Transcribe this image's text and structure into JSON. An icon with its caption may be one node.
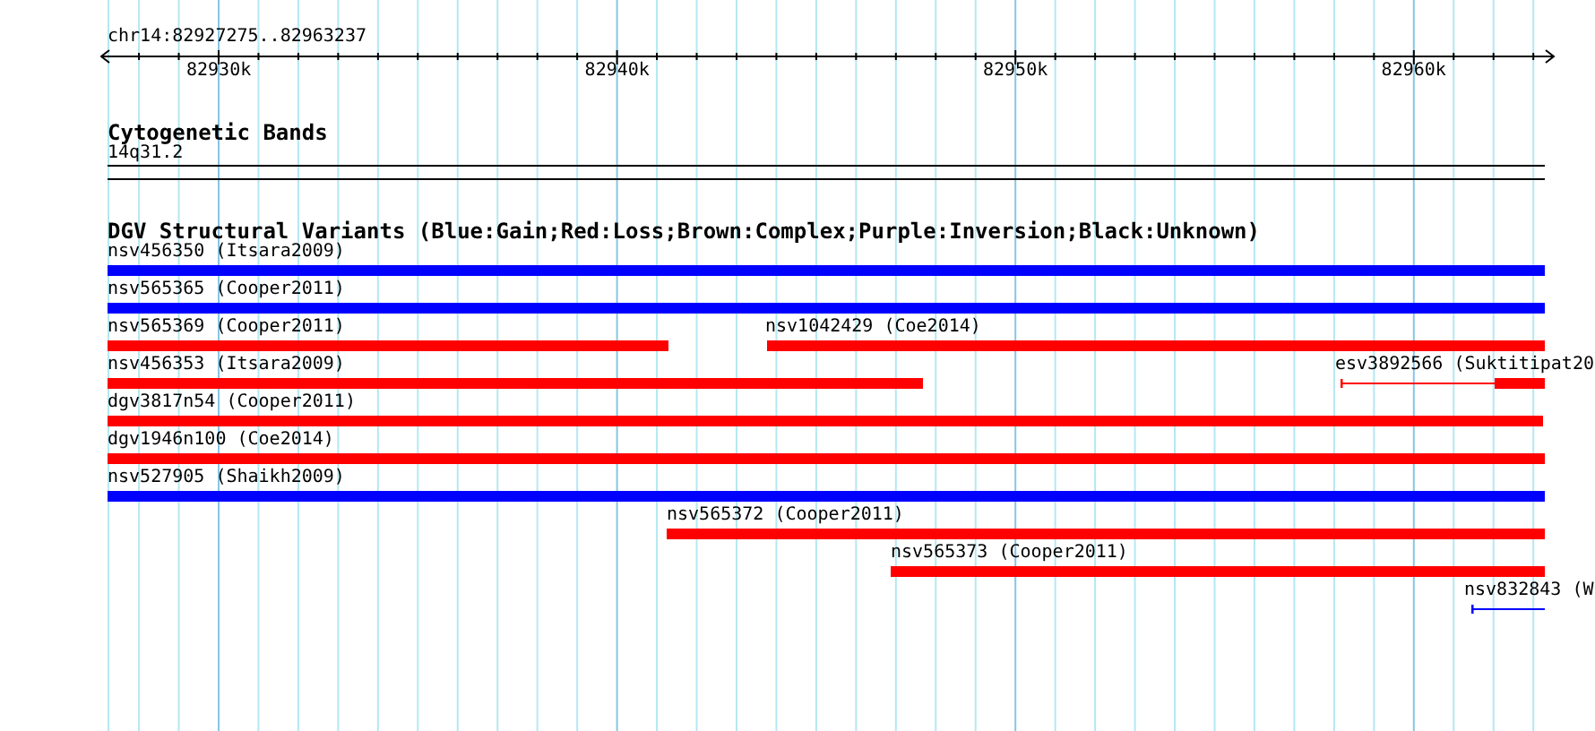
{
  "diagram": {
    "nodes": [
      {
        "text": [
          "nsv456350 (Itsara2009)"
        ]
      },
      {
        "text": [
          "nsv565365 (Cooper2011)"
        ]
      },
      {
        "text": [
          "nsv565369 (Cooper2011)"
        ]
      },
      {
        "text": [
          "nsv1042429 (Coe2014)"
        ]
      },
      {
        "text": [
          "nsv456353 (Itsara2009)"
        ]
      },
      {
        "text": [
          "esv3892566 (Suktitipat20"
        ]
      },
      {
        "text": [
          "dgv3817n54 (Cooper2011)"
        ]
      },
      {
        "text": [
          "dgv1946n100 (Coe2014)"
        ]
      },
      {
        "text": [
          "nsv527905 (Shaikh2009)"
        ]
      },
      {
        "text": [
          "nsv565372 (Cooper2011)"
        ]
      },
      {
        "text": [
          "nsv565373 (Cooper2011)"
        ]
      },
      {
        "text": [
          "nsv832843 (W"
        ]
      }
    ],
    "labels": [
      "chr14:82927275..82963237",
      "82930k",
      "82940k",
      "82950k",
      "82960k",
      "Cytogenetic Bands",
      "14q31.2",
      "DGV Structural Variants (Blue:Gain;Red:Loss;Brown:Complex;Purple:Inversion;Black:Unknown)"
    ]
  }
}
